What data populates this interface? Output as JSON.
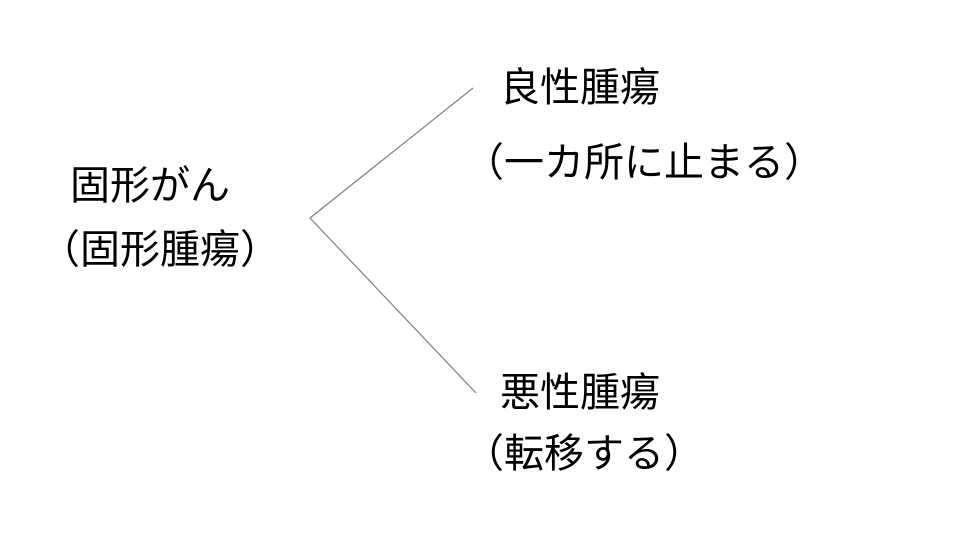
{
  "root": {
    "line1": "固形がん",
    "line2": "（固形腫瘍）"
  },
  "branches": [
    {
      "title": "良性腫瘍",
      "note": "（一カ所に止まる）"
    },
    {
      "title": "悪性腫瘍",
      "note": "（転移する）"
    }
  ],
  "colors": {
    "text": "#000000",
    "connector": "#7f7f7f",
    "background": "#ffffff"
  }
}
